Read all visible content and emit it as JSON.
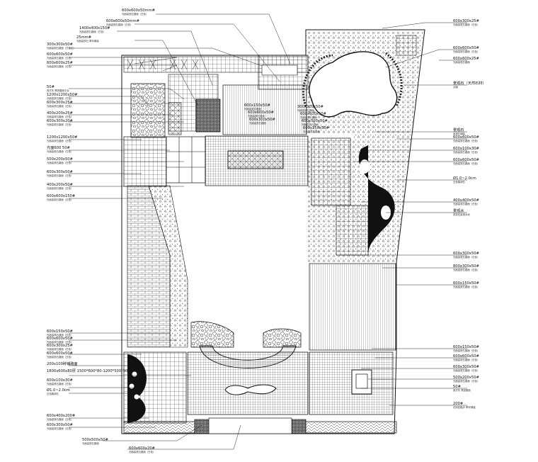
{
  "left_labels": [
    {
      "text": "300x300x50#",
      "sub": "光面高铁石路面（白铁石）"
    },
    {
      "text": "600x600x50#",
      "sub": "光面高铁石路面（白色）"
    },
    {
      "text": "600x600x25#",
      "sub": "光面高铁石路面（白色）"
    },
    {
      "text": "50#",
      "sub": "西式车 黑铁路面平台"
    },
    {
      "text": "1200x1200x50#",
      "sub": "光面高铁石路面（白色）"
    },
    {
      "text": "600x300x25#",
      "sub": "光面高铁石路面（白色）"
    },
    {
      "text": "400x200x25#",
      "sub": "光面高铁石路面（白色）"
    },
    {
      "text": "600x300x20#",
      "sub": "光面高铁石路面（白色）"
    },
    {
      "text": "1200x1200x50#",
      "sub": "光面高铁石路面（白色）"
    },
    {
      "text": "光面600  50#",
      "sub": "光面高铁石路面（白色）"
    },
    {
      "text": "500x200x50#",
      "sub": "光面高铁石路面（白色）"
    },
    {
      "text": "600x300x50#",
      "sub": "光面高铁石路面（白色）"
    },
    {
      "text": "400x200x50#",
      "sub": "光面高铁石路面（白色）"
    },
    {
      "text": "600x600x150#",
      "sub": "光面高铁石路面（白色）"
    },
    {
      "text": "600x150x50#",
      "sub": "光面高铁石路面（白色）"
    },
    {
      "text": "600x600x50#",
      "sub": "光面高铁石路面（白色）"
    },
    {
      "text": "600x300x25#",
      "sub": "光面高铁石路面（白色）"
    },
    {
      "text": "600x600x50#",
      "sub": "光面高铁石路面（白色）"
    },
    {
      "text": "200x100砖铺路面",
      "sub": ""
    },
    {
      "text": "1800x600x80厚 1500*600*80-1200*500*50厚",
      "sub": ""
    },
    {
      "text": "600x100x30#",
      "sub": "光面高铁石路面（白色）"
    },
    {
      "text": "Ø1.0~2.0cm",
      "sub": "白色鹅卵石"
    },
    {
      "text": "600x400x200#",
      "sub": "光面高铁石路面（白色）"
    },
    {
      "text": "600x300x50#",
      "sub": "光面高铁石路面（白色）"
    }
  ],
  "top_labels": [
    {
      "text": "600x600x50mm#",
      "sub": "光面高铁石路面（白色）"
    },
    {
      "text": "600x600x50mm#",
      "sub": "光面高铁石路面（白色）"
    },
    {
      "text": "1400x400x150#",
      "sub": "光面高铁石路面（白色）"
    },
    {
      "text": "25mm#",
      "sub": "光面高铁石 草坪铺装"
    }
  ],
  "center_labels": [
    {
      "text": "600x150x50#",
      "sub": "光面高铁石路面"
    },
    {
      "text": "600x600x50#",
      "sub": "光面高铁石路面"
    },
    {
      "text": "600x300x50#",
      "sub": "光面高铁石路面"
    },
    {
      "text": "300x300x50#",
      "sub": "光面高铁石路面"
    },
    {
      "text": "600x600x50#",
      "sub": "光面高铁石路面"
    },
    {
      "text": "600x300x50#",
      "sub": "光面高铁石路面"
    },
    {
      "text": "600x150x50#",
      "sub": "光面高铁石路面"
    }
  ],
  "bottom_labels": [
    {
      "text": "500x500x50#",
      "sub": "光面高铁石路面"
    },
    {
      "text": "600x600x20#",
      "sub": "光面高铁石路面（白色）"
    }
  ],
  "right_labels": [
    {
      "text": "600x300x25#",
      "sub": "光面高铁石路面（白色）"
    },
    {
      "text": "600x600x50#",
      "sub": "光面高铁石路面（白色）"
    },
    {
      "text": "600x600x25#",
      "sub": "光面高铁石路面"
    },
    {
      "text": "景观石（天然石材）",
      "sub": "点缀"
    },
    {
      "text": "景观石",
      "sub": "景观石铺装"
    },
    {
      "text": "600x600x50#",
      "sub": "光面高铁石路面（白色）"
    },
    {
      "text": "600x100x30#",
      "sub": "光面高铁石路面（白色）"
    },
    {
      "text": "600x600x50#",
      "sub": "光面高铁石路面（白色）"
    },
    {
      "text": "Ø1.0~2.0cm",
      "sub": "白色鹅卵石"
    },
    {
      "text": "400x400x50#",
      "sub": "光面高铁石路面（白色）"
    },
    {
      "text": "景观水",
      "sub": "观赏性景观水池"
    },
    {
      "text": "600x300x50#",
      "sub": "光面高铁石路面（白色）"
    },
    {
      "text": "800x300x50#",
      "sub": "光面高铁石路面（白色）"
    },
    {
      "text": "600x150x50#",
      "sub": "光面高铁石路面（白色）"
    },
    {
      "text": "600x150x50#",
      "sub": "光面高铁石路面（白色）"
    },
    {
      "text": "600x600x50#",
      "sub": "光面高铁石路面（白色）"
    },
    {
      "text": "600x300x50#",
      "sub": "光面高铁石路面（白色）"
    },
    {
      "text": "500x200x50#",
      "sub": "光面高铁石路面（白色）"
    },
    {
      "text": "50#",
      "sub": "西式车 黑铁路面"
    },
    {
      "text": "200#",
      "sub": "花岗岩踏步 草坪铺装"
    }
  ]
}
